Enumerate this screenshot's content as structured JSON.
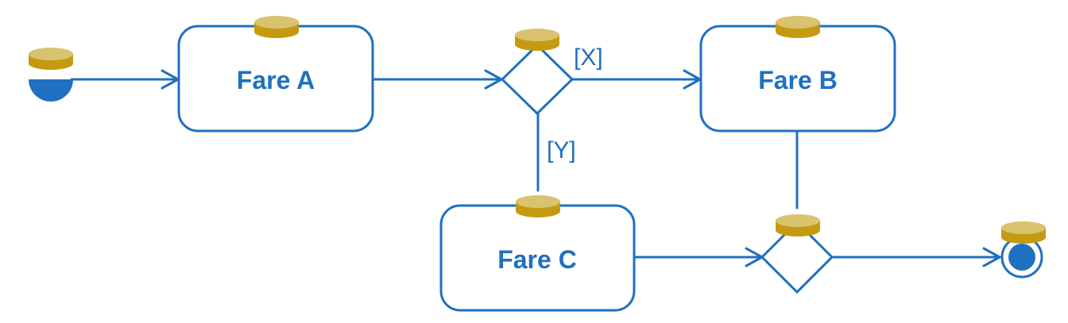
{
  "colors": {
    "line": "#1f70c1",
    "token_top": "#d9c36e",
    "token_side": "#c59a12",
    "background": "#ffffff"
  },
  "nodes": {
    "fare_a": {
      "label": "Fare A"
    },
    "fare_b": {
      "label": "Fare B"
    },
    "fare_c": {
      "label": "Fare C"
    }
  },
  "guards": {
    "x": "[X]",
    "y": "[Y]"
  },
  "icons": {
    "token": "token-cylinder-icon",
    "initial": "initial-node-icon",
    "final": "final-node-icon"
  }
}
